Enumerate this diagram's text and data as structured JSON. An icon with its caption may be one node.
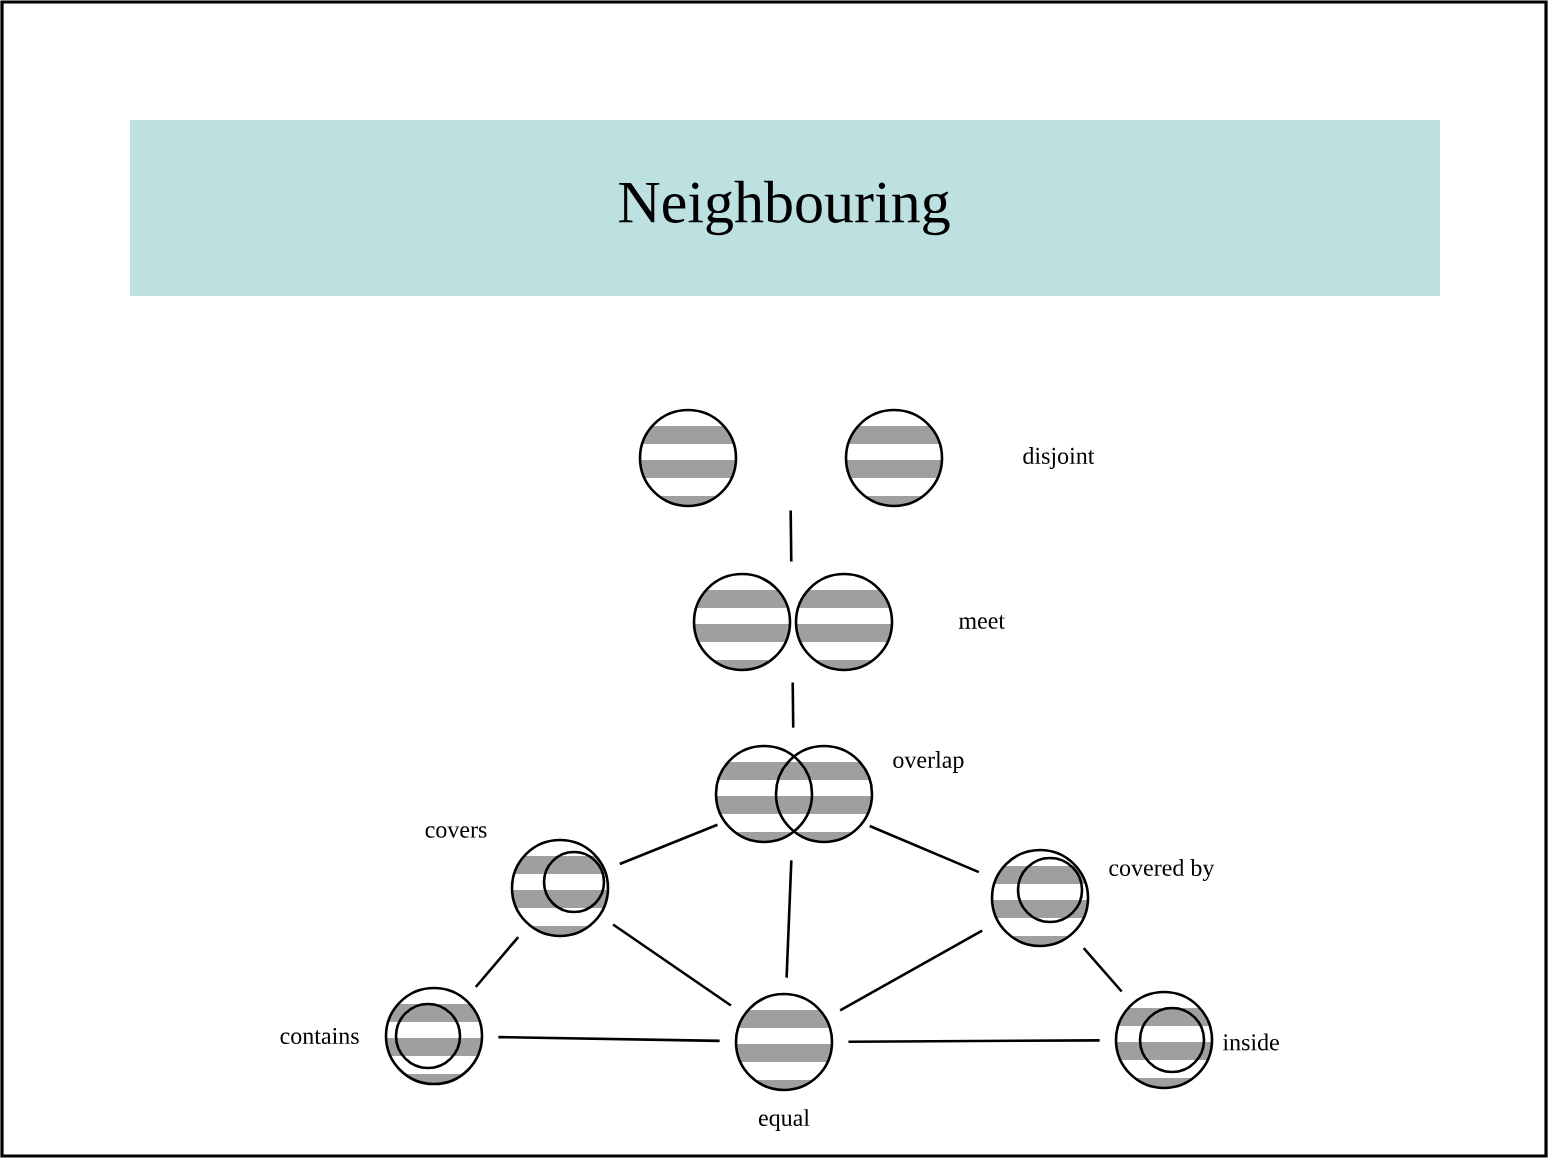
{
  "diagram": {
    "title": "Neighbouring",
    "nodes": [
      {
        "text": [],
        "shape": "circle",
        "beside": [
          "disjoint"
        ]
      },
      {
        "text": [],
        "shape": "circle",
        "beside": [
          "meet"
        ]
      },
      {
        "text": [],
        "shape": "circle",
        "beside": [
          "overlap"
        ]
      },
      {
        "text": [],
        "shape": "circle",
        "beside": [
          "covers"
        ]
      },
      {
        "text": [],
        "shape": "circle",
        "beside": [
          "covered by"
        ]
      },
      {
        "text": [],
        "shape": "circle",
        "beside": [
          "contains"
        ]
      },
      {
        "text": [],
        "shape": "circle",
        "beside": [
          "equal"
        ]
      },
      {
        "text": [],
        "shape": "circle",
        "beside": [
          "inside"
        ]
      }
    ],
    "edges": [
      {
        "from": 0,
        "to": 1,
        "arrow": "none"
      },
      {
        "from": 1,
        "to": 2,
        "arrow": "none"
      },
      {
        "from": 2,
        "to": 3,
        "arrow": "none"
      },
      {
        "from": 2,
        "to": 4,
        "arrow": "none"
      },
      {
        "from": 2,
        "to": 6,
        "arrow": "none"
      },
      {
        "from": 3,
        "to": 5,
        "arrow": "none"
      },
      {
        "from": 3,
        "to": 6,
        "arrow": "none"
      },
      {
        "from": 4,
        "to": 6,
        "arrow": "none"
      },
      {
        "from": 4,
        "to": 7,
        "arrow": "none"
      },
      {
        "from": 5,
        "to": 6,
        "arrow": "none"
      },
      {
        "from": 6,
        "to": 7,
        "arrow": "none"
      }
    ]
  }
}
